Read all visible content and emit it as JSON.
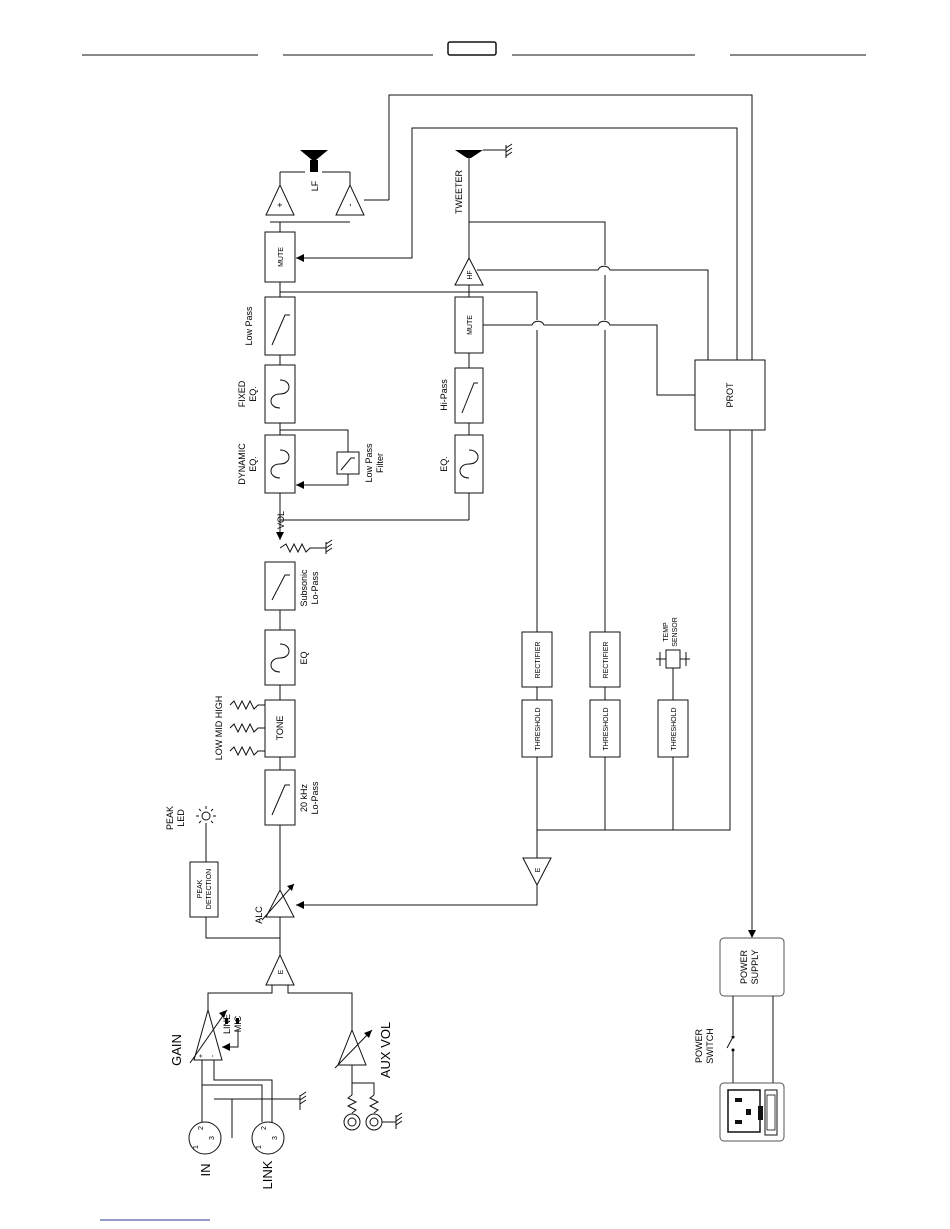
{
  "labels": {
    "low_pass": "Low Pass",
    "fixed_eq_1": "FIXED",
    "fixed_eq_2": "EQ.",
    "dynamic_eq_1": "DYNAMIC",
    "dynamic_eq_2": "EQ.",
    "low_pass_filter_1": "Low Pass",
    "low_pass_filter_2": "Filter",
    "vol": "VOL",
    "subsonic_1": "Subsonic",
    "subsonic_2": "Lo-Pass",
    "eq": "EQ",
    "tone": "TONE",
    "tone_controls": "LOW MID HIGH",
    "lopass20_1": "20 kHz",
    "lopass20_2": "Lo-Pass",
    "peak_led_1": "PEAK",
    "peak_led_2": "LED",
    "peak_detection_1": "PEAK",
    "peak_detection_2": "DETECTION",
    "alc": "ALC",
    "gain": "GAIN",
    "line": "LINE",
    "mic": "MIC",
    "aux_vol": "AUX VOL",
    "in": "IN",
    "link": "LINK",
    "mute_lf": "MUTE",
    "lf": "LF",
    "tweeter": "TWEETER",
    "hf": "HF",
    "mute_hf": "MUTE",
    "hi_pass": "Hi-Pass",
    "eq_hf": "EQ.",
    "prot": "PROT",
    "rectifier_1": "RECTIFIER",
    "rectifier_2": "RECTIFIER",
    "threshold_1": "THRESHOLD",
    "threshold_2": "THRESHOLD",
    "threshold_3": "THRESHOLD",
    "temp_sensor_1": "TEMP",
    "temp_sensor_2": "SENSOR",
    "power_supply_1": "POWER",
    "power_supply_2": "SUPPLY",
    "power_switch_1": "POWER",
    "power_switch_2": "SWITCH",
    "plus": "+",
    "minus": "-",
    "pin1": "1",
    "pin2": "2",
    "pin3": "3"
  }
}
